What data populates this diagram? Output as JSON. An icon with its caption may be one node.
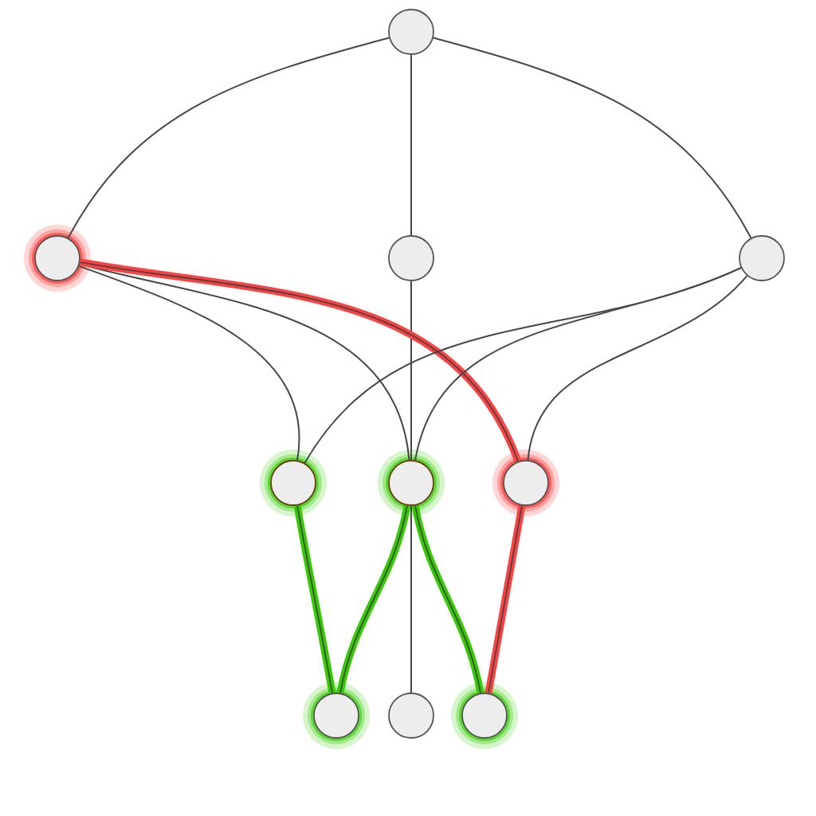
{
  "diagram": {
    "nodes": [
      {
        "text": [],
        "shape": "circle"
      },
      {
        "text": [],
        "shape": "circle"
      },
      {
        "text": [],
        "shape": "circle"
      },
      {
        "text": [],
        "shape": "circle"
      },
      {
        "text": [],
        "shape": "circle"
      },
      {
        "text": [],
        "shape": "circle"
      },
      {
        "text": [],
        "shape": "circle"
      },
      {
        "text": [],
        "shape": "circle"
      },
      {
        "text": [],
        "shape": "circle"
      },
      {
        "text": [],
        "shape": "circle"
      }
    ],
    "edges": [
      {
        "from": 0,
        "to": 1,
        "arrow": "none"
      },
      {
        "from": 0,
        "to": 2,
        "arrow": "none"
      },
      {
        "from": 0,
        "to": 3,
        "arrow": "none"
      },
      {
        "from": 2,
        "to": 5,
        "arrow": "none"
      },
      {
        "from": 1,
        "to": 4,
        "arrow": "none"
      },
      {
        "from": 1,
        "to": 5,
        "arrow": "none"
      },
      {
        "from": 1,
        "to": 6,
        "arrow": "none",
        "style": "thick",
        "color": "#ff4040"
      },
      {
        "from": 3,
        "to": 4,
        "arrow": "none"
      },
      {
        "from": 3,
        "to": 5,
        "arrow": "none"
      },
      {
        "from": 3,
        "to": 6,
        "arrow": "none"
      },
      {
        "from": 4,
        "to": 7,
        "arrow": "none",
        "style": "thick",
        "color": "#33cc00"
      },
      {
        "from": 5,
        "to": 7,
        "arrow": "none",
        "style": "thick",
        "color": "#33cc00"
      },
      {
        "from": 5,
        "to": 8,
        "arrow": "none"
      },
      {
        "from": 5,
        "to": 9,
        "arrow": "none",
        "style": "thick",
        "color": "#33cc00"
      },
      {
        "from": 6,
        "to": 9,
        "arrow": "none",
        "style": "thick",
        "color": "#ff4040"
      }
    ]
  }
}
